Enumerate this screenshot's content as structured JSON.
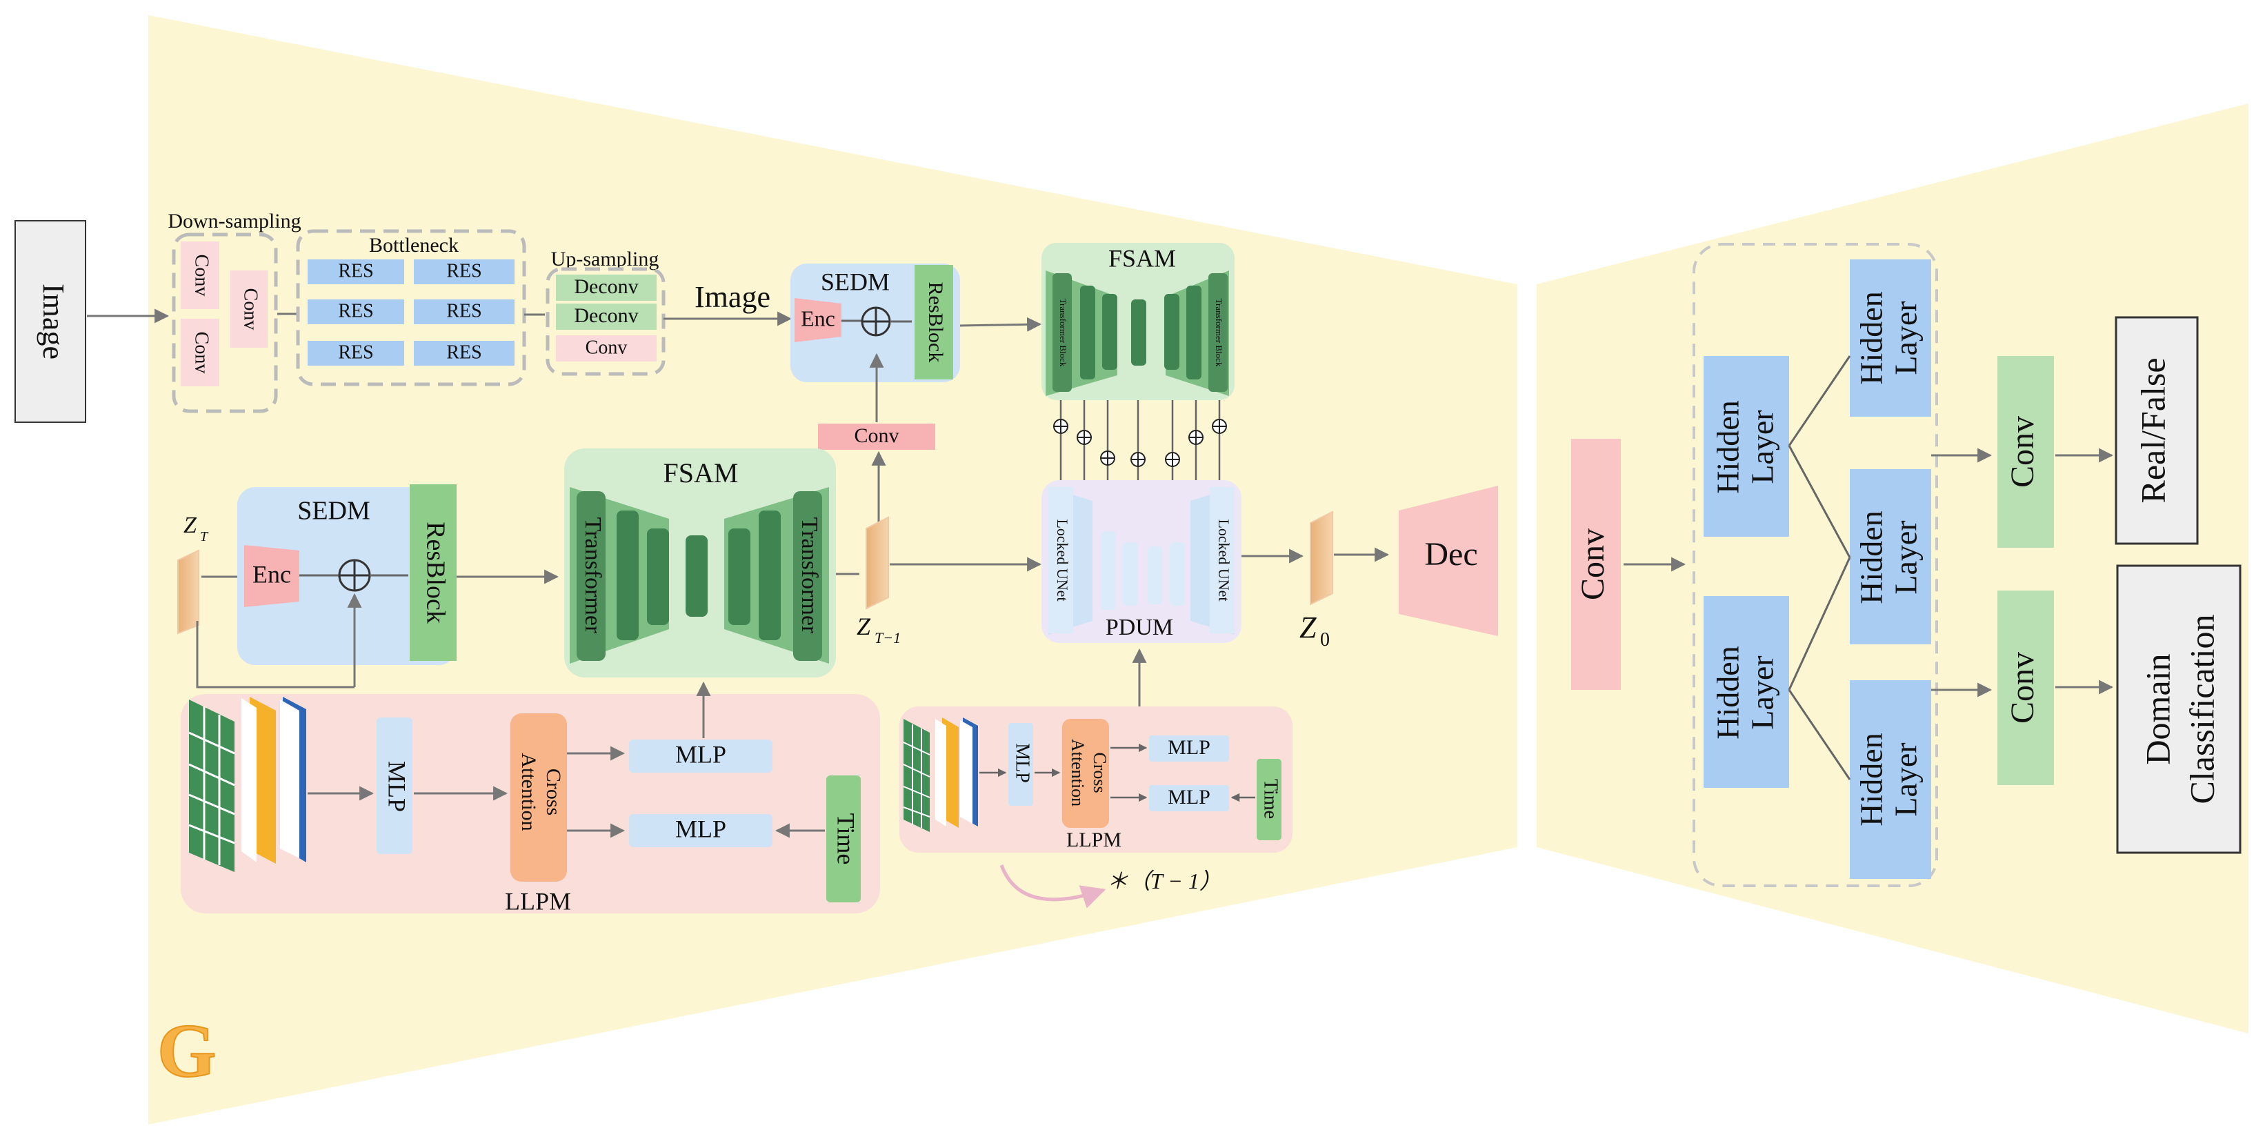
{
  "generator_letter": "G",
  "input_label": "Image",
  "encoder": {
    "downsampling": {
      "title": "Down-sampling",
      "items": [
        "Conv",
        "Conv",
        "Conv"
      ]
    },
    "bottleneck": {
      "title": "Bottleneck",
      "items": [
        "RES",
        "RES",
        "RES",
        "RES",
        "RES",
        "RES"
      ]
    },
    "upsampling": {
      "title": "Up-sampling",
      "items": [
        "Deconv",
        "Deconv",
        "Conv"
      ]
    },
    "image_label": "Image"
  },
  "top_sedm": {
    "title": "SEDM",
    "enc": "Enc",
    "resblock": "ResBlock"
  },
  "top_fsam": {
    "title": "FSAM",
    "left_block": "Transformer Block",
    "right_block": "Transformer Block"
  },
  "conv_small": "Conv",
  "mid_sedm": {
    "title": "SEDM",
    "enc": "Enc",
    "resblock": "ResBlock"
  },
  "mid_fsam": {
    "title": "FSAM",
    "left": "Transformer",
    "right": "Transformer"
  },
  "latent": {
    "zt": "Z",
    "zt_sub": "T",
    "ztm1": "Z",
    "ztm1_sub": "T−1",
    "z0": "Z",
    "z0_sub": "0"
  },
  "pdum": {
    "title": "PDUM",
    "left": "Locked UNet",
    "right": "Locked UNet"
  },
  "dec": "Dec",
  "llpm_big": {
    "title": "LLPM",
    "mlp_in": "MLP",
    "cross": "Cross",
    "attention": "Attention",
    "mlp_top": "MLP",
    "mlp_bottom": "MLP",
    "time": "Time"
  },
  "llpm_small": {
    "title": "LLPM",
    "mlp_in": "MLP",
    "cross": "Cross",
    "attention": "Attention",
    "mlp_top": "MLP",
    "mlp_bottom": "MLP",
    "time": "Time"
  },
  "repeat_label": "＊（T − 1）",
  "discriminator": {
    "conv": "Conv",
    "hidden_a": "Hidden",
    "hidden_b": "Layer",
    "conv_top": "Conv",
    "conv_bottom": "Conv",
    "out_top": "Real/False",
    "out_bottom_1": "Domain",
    "out_bottom_2": "Classification"
  },
  "colors": {
    "panel": "#fdf6d2",
    "pink": "#fadadb",
    "blue": "#cfe3f7",
    "blue_box": "#a9ccf2",
    "green": "#d4ecd0",
    "green_box": "#b8e0b3",
    "dark_green": "#5a9a67",
    "orange": "#f9c39b",
    "lilac": "#ece6f7",
    "grey_box": "#eeeeee"
  }
}
